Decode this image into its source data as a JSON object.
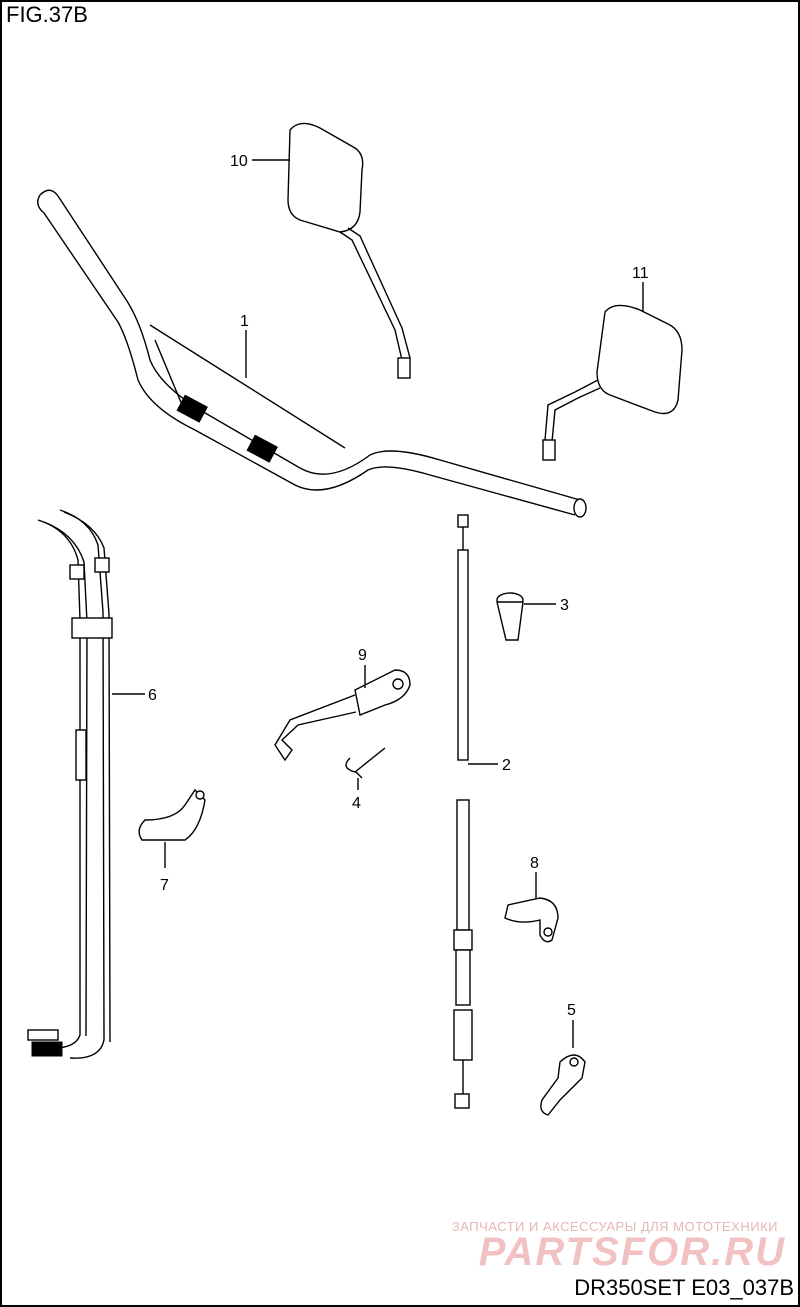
{
  "figure_label": "FIG.37B",
  "reference": "DR350SET E03_037B",
  "watermark": {
    "line1": "ЗАПЧАСТИ И АКСЕССУАРЫ ДЛЯ МОТОТЕХНИКИ",
    "logo": "PARTSFOR.RU"
  },
  "callouts": {
    "p1": "1",
    "p2": "2",
    "p3": "3",
    "p4": "4",
    "p5": "5",
    "p6": "6",
    "p7": "7",
    "p8": "8",
    "p9": "9",
    "p10": "10",
    "p11": "11"
  }
}
